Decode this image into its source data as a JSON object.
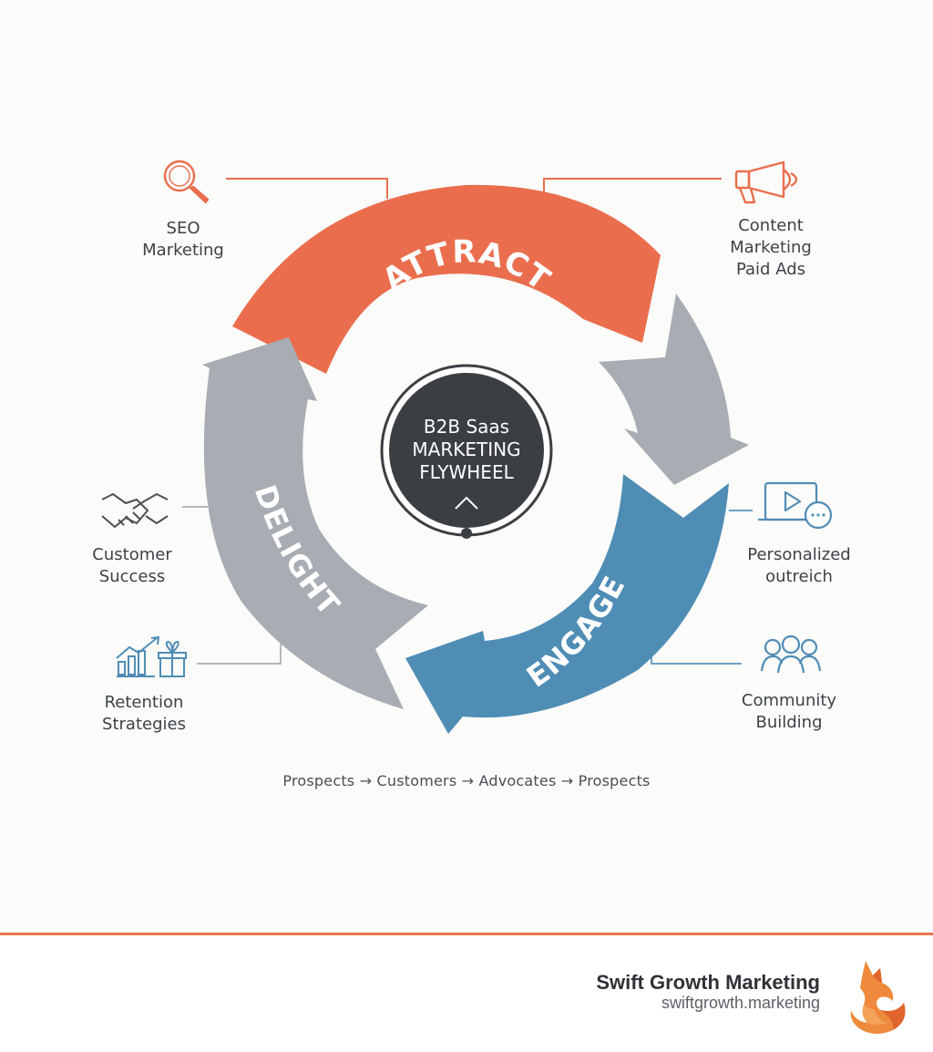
{
  "center": {
    "line1": "B2B Saas",
    "line2": "MARKETING",
    "line3": "FLYWHEEL"
  },
  "stages": {
    "attract": "ATTRACT",
    "engage": "ENGAGE",
    "delight": "DELIGHT"
  },
  "labels": {
    "seo": [
      "SEO",
      "Marketing"
    ],
    "content": [
      "Content",
      "Marketing",
      "Paid Ads"
    ],
    "personalized": [
      "Personalized",
      "outreich"
    ],
    "community": [
      "Community",
      "Building"
    ],
    "customer_success": [
      "Customer",
      "Success"
    ],
    "retention": [
      "Retention",
      "Strategies"
    ]
  },
  "flow_text": "Prospects → Customers → Advocates → Prospects",
  "brand": {
    "name": "Swift Growth Marketing",
    "url": "swiftgrowth.marketing"
  },
  "colors": {
    "attract": "#ea6e4d",
    "engage": "#4f8db5",
    "delight": "#a7adb2",
    "connector_gray": "#a9adb1",
    "hub": "#3b3f44",
    "accent_line": "#e9774f"
  },
  "icons": {
    "seo": "magnifier-icon",
    "content": "megaphone-icon",
    "personalized": "video-chat-icon",
    "community": "people-group-icon",
    "customer_success": "handshake-icon",
    "retention": "growth-gift-icon",
    "brand": "fox-logo-icon"
  }
}
